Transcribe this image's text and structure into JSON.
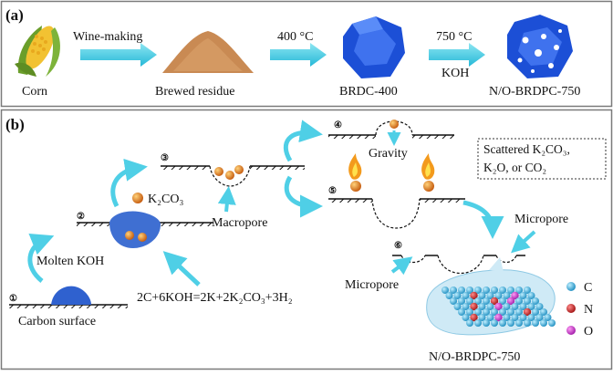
{
  "panel_a": {
    "tag": "(a)",
    "items": [
      "Corn",
      "Brewed residue",
      "BRDC-400",
      "N/O-BRDPC-750"
    ],
    "arrows": {
      "step1": "Wine-making",
      "step2": "400 °C",
      "step3_top": "750 °C",
      "step3_bottom": "KOH"
    }
  },
  "panel_b": {
    "tag": "(b)",
    "steps": [
      "①",
      "②",
      "③",
      "④",
      "⑤",
      "⑥"
    ],
    "labels": {
      "carbon_surface": "Carbon surface",
      "molten_koh": "Molten KOH",
      "k2co3": "K₂CO₃",
      "macropore": "Macropore",
      "gravity": "Gravity",
      "scattered": [
        "Scattered K₂CO₃,",
        "K₂O, or CO₂"
      ],
      "micropore_left": "Micropore",
      "micropore_right": "Micropore",
      "reaction": "2C+6KOH=2K+2K₂CO₃+3H₂",
      "product": "N/O-BRDPC-750"
    },
    "legend": [
      {
        "symbol": "C",
        "color": "#2aa7d6"
      },
      {
        "symbol": "N",
        "color": "#c3262b"
      },
      {
        "symbol": "O",
        "color": "#c23ac8"
      }
    ]
  },
  "colors": {
    "arrow": "#4fcfe6",
    "cube": "#1c4fd6",
    "blob": "#3f6fd2",
    "particle": "#e07a1f",
    "powder": "#c98a53",
    "border": "#7a7a7a"
  }
}
